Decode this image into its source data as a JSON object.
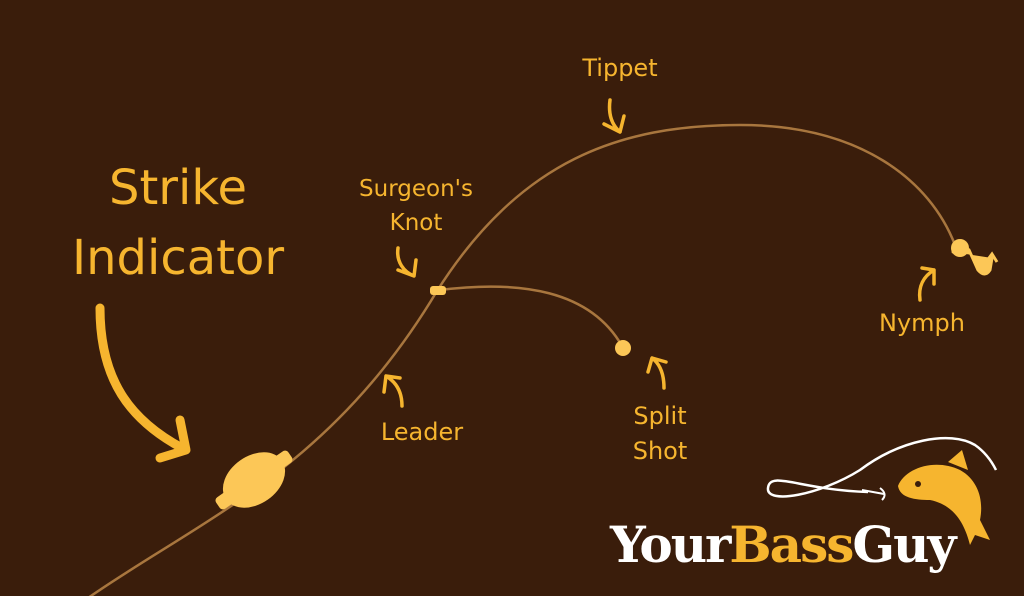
{
  "labels": {
    "strike_line1": "Strike",
    "strike_line2": "Indicator",
    "tippet": "Tippet",
    "knot_line1": "Surgeon's",
    "knot_line2": "Knot",
    "leader": "Leader",
    "split_line1": "Split",
    "split_line2": "Shot",
    "nymph": "Nymph"
  },
  "logo": {
    "part1": "Your",
    "part2": "Bass",
    "part3": "Guy"
  },
  "colors": {
    "background": "#3a1d0b",
    "accent": "#f6b52f",
    "line": "#a8763e",
    "indicator": "#fcc757",
    "logo_white": "#ffffff"
  }
}
